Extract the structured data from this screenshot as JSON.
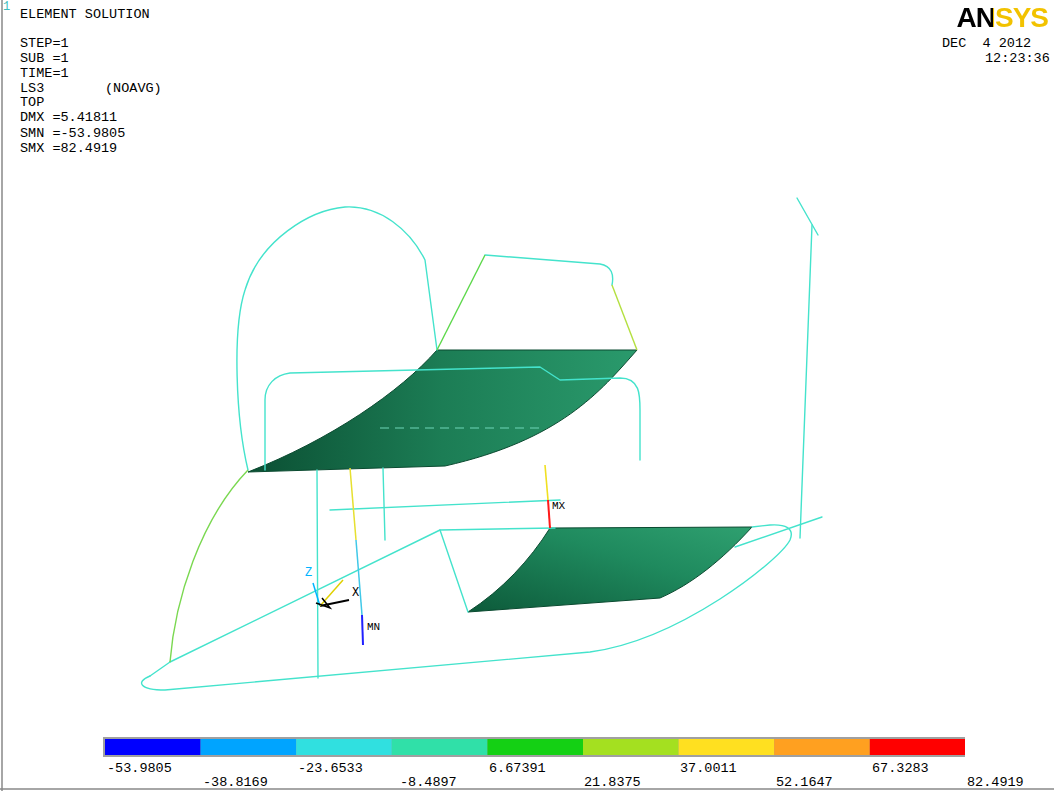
{
  "diagram": {
    "labels": [
      "1",
      "ELEMENT SOLUTION",
      "STEP=1",
      "SUB =1",
      "TIME=1",
      "LS3",
      "(NOAVG)",
      "TOP",
      "DMX =5.41811",
      "SMN =-53.9805",
      "SMX =82.4919",
      "ANSYS",
      "DEC  4 2012",
      "12:23:36",
      "Z",
      "X",
      "MX",
      "MN",
      "-53.9805",
      "-38.8169",
      "-23.6533",
      "-8.4897",
      "6.67391",
      "21.8375",
      "37.0011",
      "52.1647",
      "67.3283",
      "82.4919"
    ]
  }
}
